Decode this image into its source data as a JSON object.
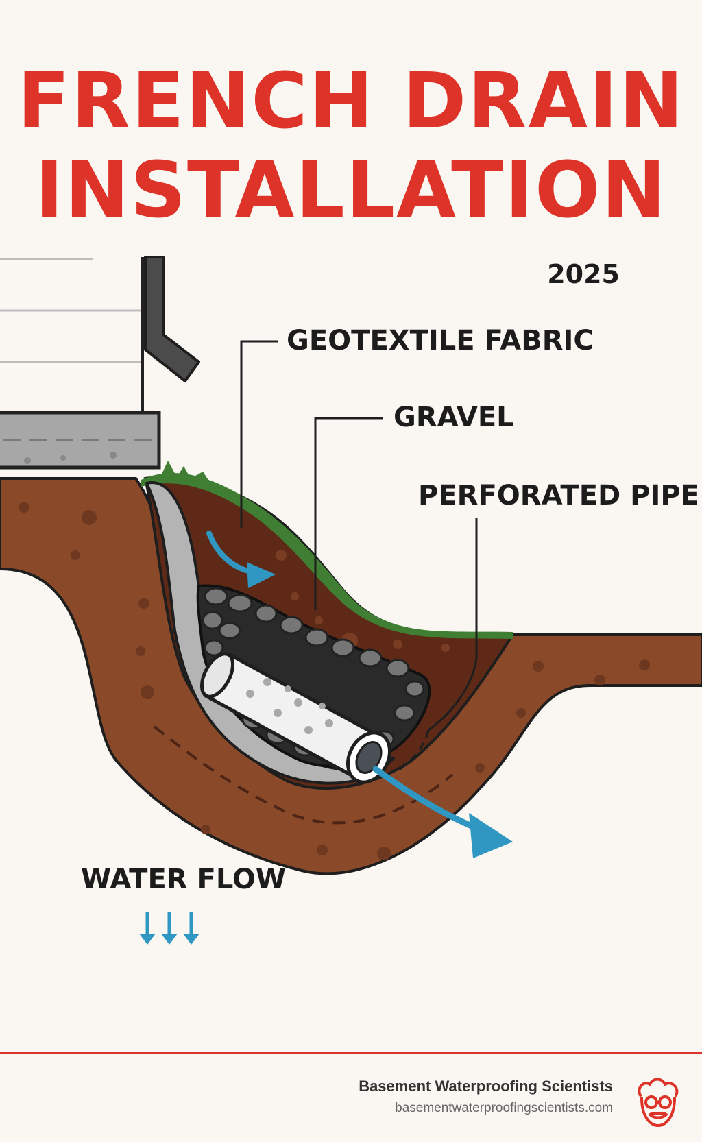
{
  "title": {
    "line1": "FRENCH DRAIN",
    "line2": "INSTALLATION"
  },
  "year": "2025",
  "labels": {
    "geotextile": "GEOTEXTILE FABRIC",
    "gravel": "GRAVEL",
    "pipe": "PERFORATED PIPE",
    "water_flow": "WATER FLOW"
  },
  "footer": {
    "company": "Basement Waterproofing Scientists",
    "url": "basementwaterproofingscientists.com"
  },
  "colors": {
    "accent": "#dd3328",
    "soil": "#8a4a2a",
    "soil_dark": "#5a2a18",
    "grass": "#3f7e33",
    "water": "#2f97c1",
    "gravel": "#5d5d5d",
    "background": "#faf7f2"
  },
  "icons": {
    "downspout": "downspout-icon",
    "water_arrow": "water-arrow-icon",
    "logo": "scientist-logo-icon"
  }
}
